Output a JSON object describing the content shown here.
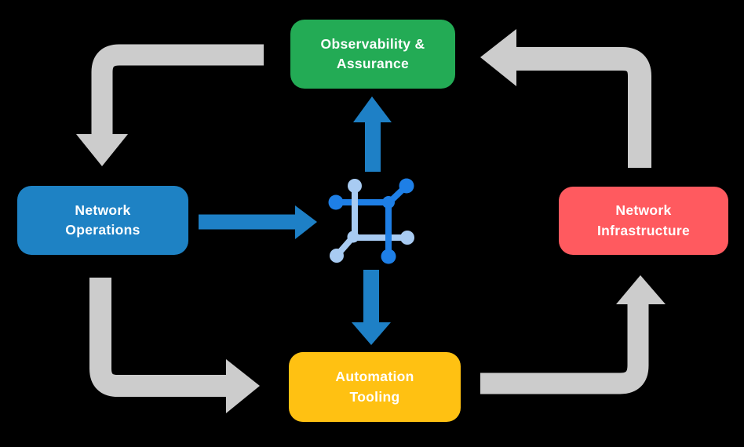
{
  "canvas": {
    "background": "#000000"
  },
  "nodes": {
    "observability": {
      "line1": "Observability &",
      "line2": "Assurance",
      "color": "#23AB55"
    },
    "operations": {
      "line1": "Network",
      "line2": "Operations",
      "color": "#1E82C4"
    },
    "infrastructure": {
      "line1": "Network",
      "line2": "Infrastructure",
      "color": "#FF5A5F"
    },
    "automation": {
      "line1": "Automation",
      "line2": "Tooling",
      "color": "#FFC112"
    }
  },
  "center_icon": {
    "name": "network-node-icon",
    "primary_color": "#1E7FE6",
    "secondary_color": "#A8CBF2"
  },
  "arrows": {
    "cycle_color": "#CCCCCC",
    "hub_color": "#1E80C6",
    "connections": [
      {
        "from": "observability",
        "to": "operations",
        "style": "gray-cycle"
      },
      {
        "from": "operations",
        "to": "automation",
        "style": "gray-cycle"
      },
      {
        "from": "automation",
        "to": "infrastructure",
        "style": "gray-cycle"
      },
      {
        "from": "infrastructure",
        "to": "observability",
        "style": "gray-cycle"
      },
      {
        "from": "operations",
        "to": "center-icon",
        "style": "blue-hub"
      },
      {
        "from": "center-icon",
        "to": "observability",
        "style": "blue-hub"
      },
      {
        "from": "center-icon",
        "to": "automation",
        "style": "blue-hub"
      }
    ]
  }
}
